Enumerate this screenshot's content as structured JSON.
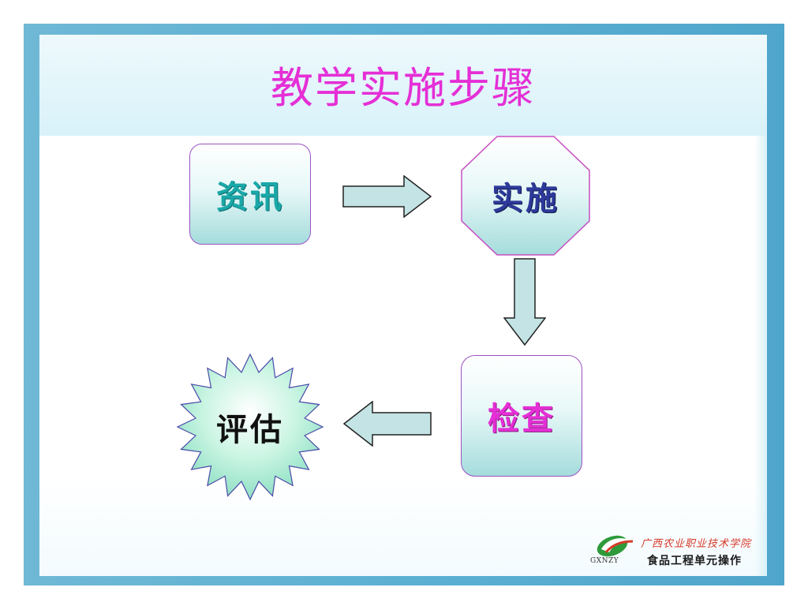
{
  "slide": {
    "title": "教学实施步骤"
  },
  "steps": {
    "info": "资讯",
    "execute": "实施",
    "check": "检查",
    "evaluate": "评估"
  },
  "logo": {
    "line1": "广西农业职业技术学院",
    "line2": "食品工程单元操作",
    "abbr": "GXNZY"
  },
  "colors": {
    "frame": "#5cb0d2",
    "title": "#e52fd6",
    "box_fill_bottom": "#a5dcdc",
    "box_border": "#9a52c4",
    "arrow_fill": "#c3e3e4"
  }
}
